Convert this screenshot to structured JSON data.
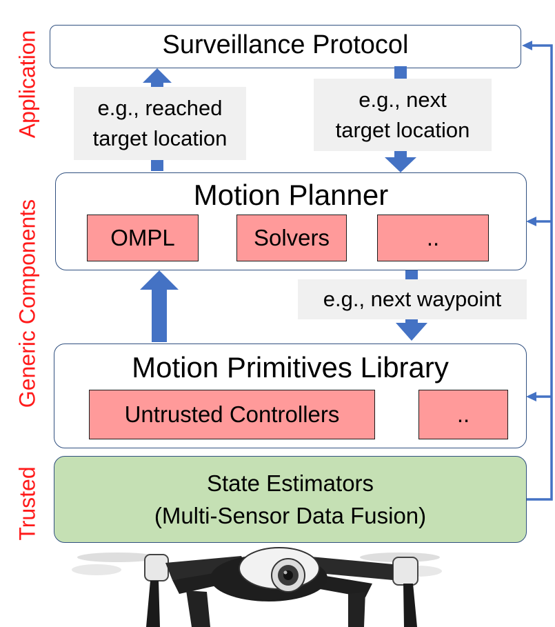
{
  "side_labels": {
    "application": "Application",
    "generic": "Generic Components",
    "trusted": "Trusted"
  },
  "surveillance": {
    "title": "Surveillance Protocol"
  },
  "notes": {
    "reached": [
      "e.g., reached",
      "target location"
    ],
    "next_target": [
      "e.g., next",
      "target location"
    ],
    "next_waypoint": "e.g., next waypoint"
  },
  "motion_planner": {
    "title": "Motion Planner",
    "items": [
      "OMPL",
      "Solvers",
      ".."
    ]
  },
  "primitives": {
    "title": "Motion Primitives Library",
    "items": [
      "Untrusted Controllers",
      ".."
    ]
  },
  "state_estimators": {
    "line1": "State Estimators",
    "line2": "(Multi-Sensor Data Fusion)"
  },
  "drone_image": {
    "icon": "quadcopter-drone-icon"
  },
  "colors": {
    "side_label": "#ff1a1a",
    "arrow": "#4472c4",
    "box_border": "#2f4f7f",
    "component_fill": "#ff9a9a",
    "trusted_fill": "#c5e0b4",
    "note_fill": "#f0f0f0"
  }
}
